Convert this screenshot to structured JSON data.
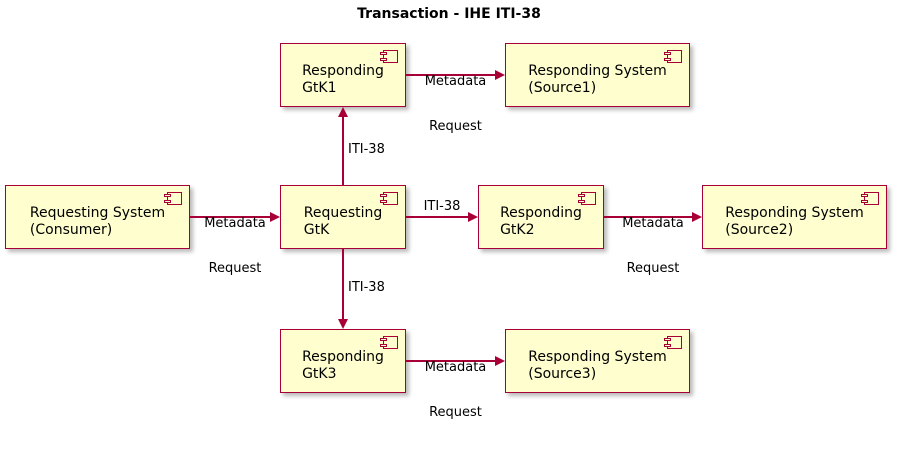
{
  "title": "Transaction - IHE ITI-38",
  "theme": {
    "component_fill": "#FEFECE",
    "component_border": "#A80036",
    "arrow_color": "#A80036",
    "text_color": "#000000",
    "background": "#FFFFFF",
    "shadow": "#808080"
  },
  "components": [
    {
      "id": "responding-gtk1",
      "line1": "Responding",
      "line2": "GtK1",
      "icon": "uml-component-icon"
    },
    {
      "id": "responding-system-source1",
      "line1": "Responding System",
      "line2": "(Source1)",
      "icon": "uml-component-icon"
    },
    {
      "id": "requesting-system-consumer",
      "line1": "Requesting System",
      "line2": "(Consumer)",
      "icon": "uml-component-icon"
    },
    {
      "id": "requesting-gtk",
      "line1": "Requesting",
      "line2": "GtK",
      "icon": "uml-component-icon"
    },
    {
      "id": "responding-gtk2",
      "line1": "Responding",
      "line2": "GtK2",
      "icon": "uml-component-icon"
    },
    {
      "id": "responding-system-source2",
      "line1": "Responding System",
      "line2": "(Source2)",
      "icon": "uml-component-icon"
    },
    {
      "id": "responding-gtk3",
      "line1": "Responding",
      "line2": "GtK3",
      "icon": "uml-component-icon"
    },
    {
      "id": "responding-system-source3",
      "line1": "Responding System",
      "line2": "(Source3)",
      "icon": "uml-component-icon"
    }
  ],
  "edges": [
    {
      "id": "gtk1-to-source1",
      "from": "responding-gtk1",
      "to": "responding-system-source1",
      "line1": "Metadata",
      "line2": "Request",
      "direction": "right"
    },
    {
      "id": "consumer-to-requesting-gtk",
      "from": "requesting-system-consumer",
      "to": "requesting-gtk",
      "line1": "Metadata",
      "line2": "Request",
      "direction": "right"
    },
    {
      "id": "requesting-gtk-to-gtk1",
      "from": "requesting-gtk",
      "to": "responding-gtk1",
      "label": "ITI-38",
      "direction": "up"
    },
    {
      "id": "requesting-gtk-to-gtk2",
      "from": "requesting-gtk",
      "to": "responding-gtk2",
      "label": "ITI-38",
      "direction": "right"
    },
    {
      "id": "requesting-gtk-to-gtk3",
      "from": "requesting-gtk",
      "to": "responding-gtk3",
      "label": "ITI-38",
      "direction": "down"
    },
    {
      "id": "gtk2-to-source2",
      "from": "responding-gtk2",
      "to": "responding-system-source2",
      "line1": "Metadata",
      "line2": "Request",
      "direction": "right"
    },
    {
      "id": "gtk3-to-source3",
      "from": "responding-gtk3",
      "to": "responding-system-source3",
      "line1": "Metadata",
      "line2": "Request",
      "direction": "right"
    }
  ]
}
